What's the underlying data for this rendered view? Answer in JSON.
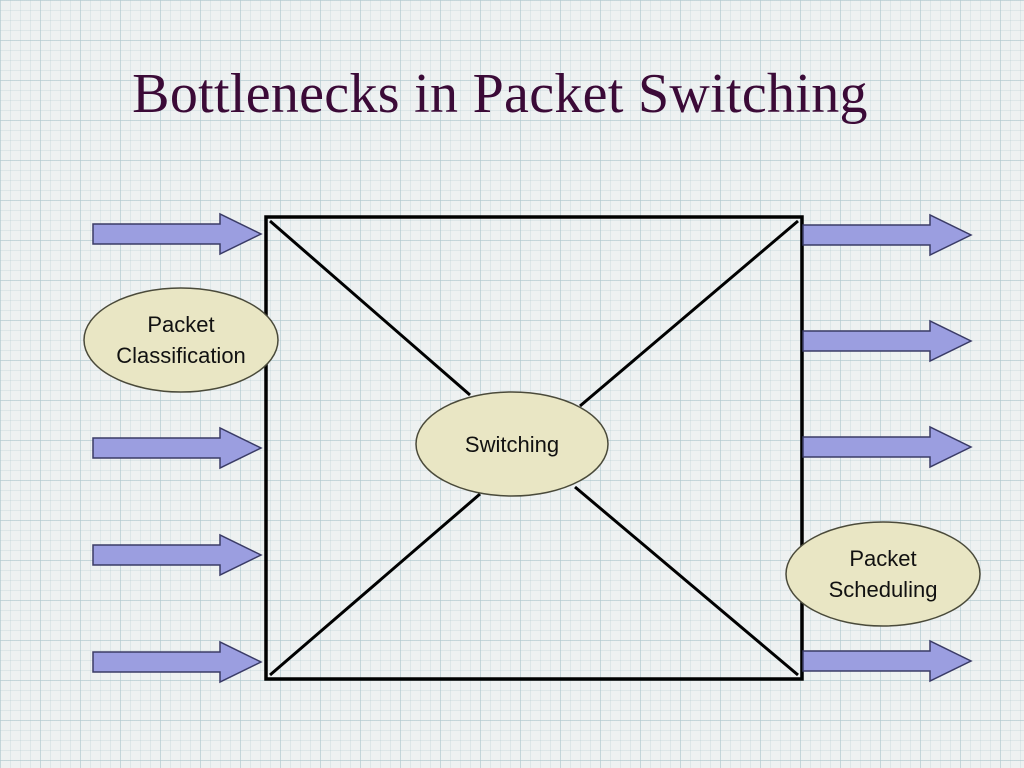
{
  "title": "Bottlenecks in Packet Switching",
  "labels": {
    "classification": [
      "Packet",
      "Classification"
    ],
    "switching": [
      "Switching"
    ],
    "scheduling": [
      "Packet",
      "Scheduling"
    ]
  },
  "colors": {
    "title": "#3b0a37",
    "arrow_fill": "#9b9ee0",
    "ellipse_fill": "#e9e6c4"
  }
}
